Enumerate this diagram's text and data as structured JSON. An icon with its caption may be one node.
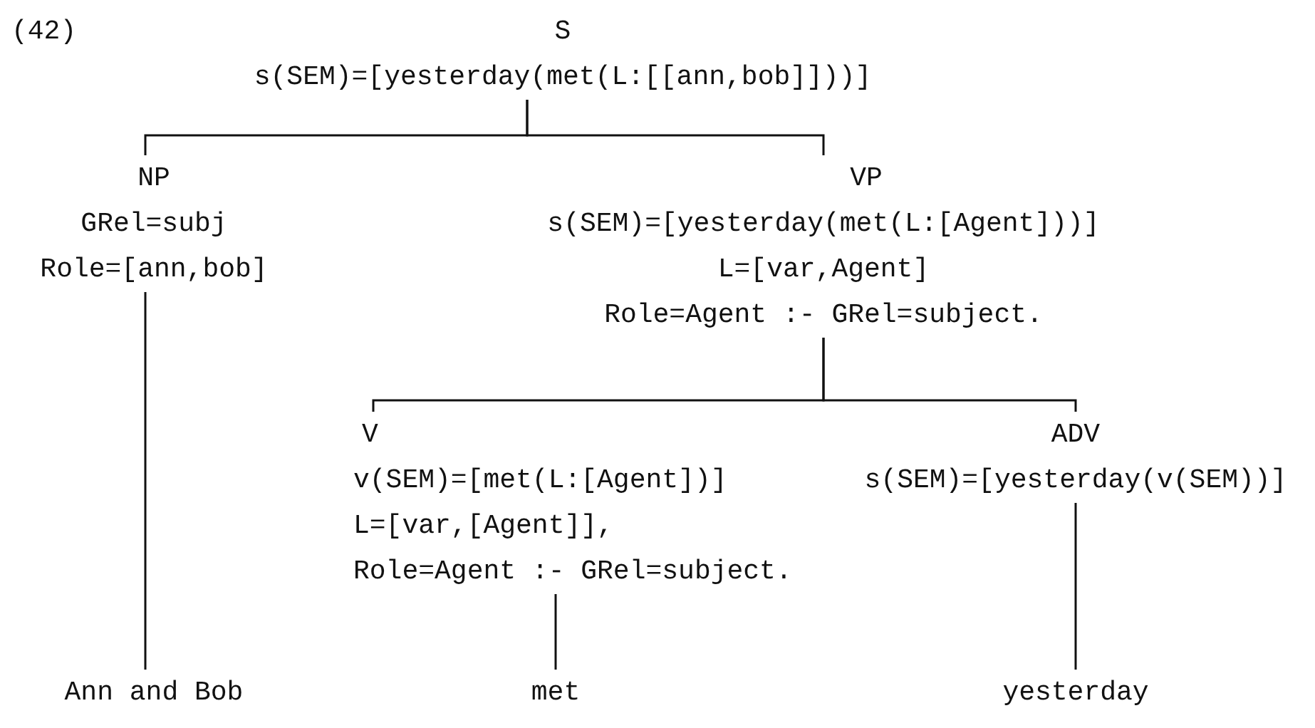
{
  "diagram": {
    "nodes": [
      {
        "text": [
          "S",
          "s(SEM)=[yesterday(met(L:[[ann,bob]]))]"
        ]
      },
      {
        "text": [
          "NP",
          "GRel=subj",
          "Role=[ann,bob]"
        ]
      },
      {
        "text": [
          "VP",
          "s(SEM)=[yesterday(met(L:[Agent]))]",
          "L=[var,Agent]",
          "Role=Agent :- GRel=subject."
        ]
      },
      {
        "text": [
          "V",
          "v(SEM)=[met(L:[Agent])]",
          "L=[var,[Agent]],",
          "Role=Agent :- GRel=subject."
        ]
      },
      {
        "text": [
          "ADV",
          "s(SEM)=[yesterday(v(SEM))]"
        ]
      },
      {
        "text": [
          "Ann and Bob"
        ]
      },
      {
        "text": [
          "met"
        ]
      },
      {
        "text": [
          "yesterday"
        ]
      }
    ],
    "edges": [
      {
        "from": 0,
        "to": 1,
        "arrow": "none"
      },
      {
        "from": 0,
        "to": 2,
        "arrow": "none"
      },
      {
        "from": 2,
        "to": 3,
        "arrow": "none"
      },
      {
        "from": 2,
        "to": 4,
        "arrow": "none"
      },
      {
        "from": 1,
        "to": 5,
        "arrow": "none"
      },
      {
        "from": 3,
        "to": 6,
        "arrow": "none"
      },
      {
        "from": 4,
        "to": 7,
        "arrow": "none"
      }
    ],
    "labels": [
      "(42)"
    ]
  }
}
